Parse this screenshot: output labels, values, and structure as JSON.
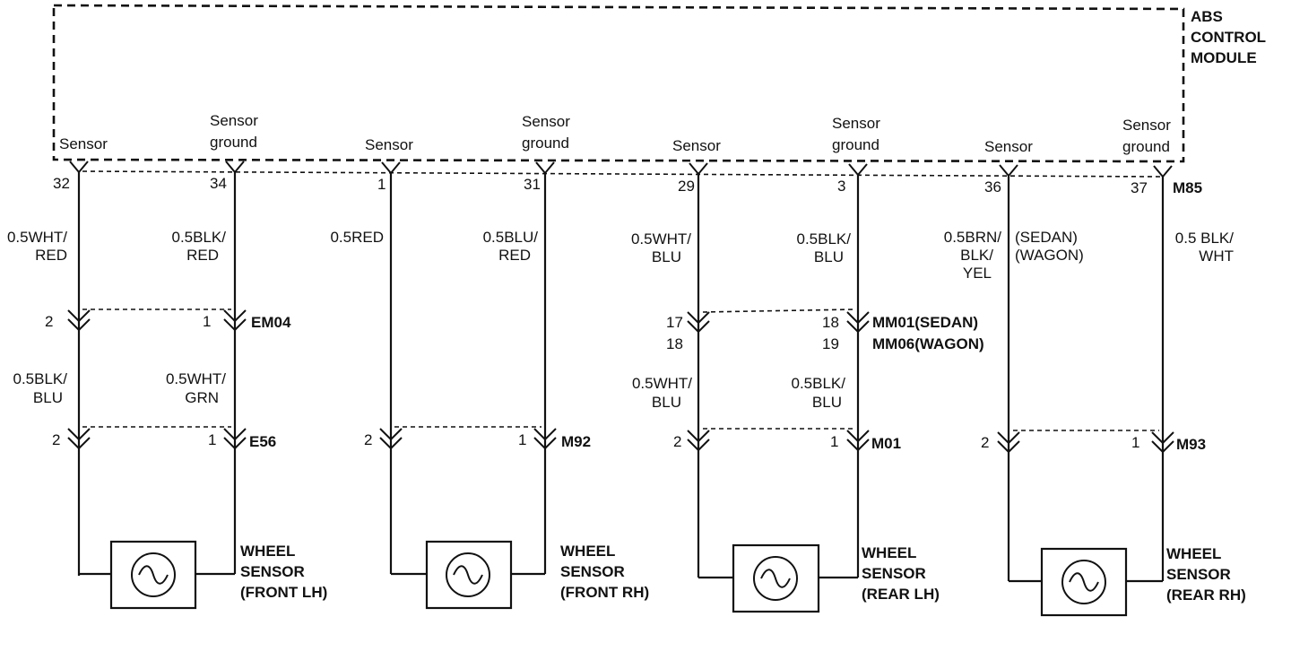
{
  "module": {
    "line1": "ABS",
    "line2": "CONTROL",
    "line3": "MODULE",
    "connector": "M85"
  },
  "module_pins": [
    {
      "label1": "",
      "label2": "Sensor",
      "pin": "32"
    },
    {
      "label1": "Sensor",
      "label2": "ground",
      "pin": "34"
    },
    {
      "label1": "",
      "label2": "Sensor",
      "pin": "1"
    },
    {
      "label1": "Sensor",
      "label2": "ground",
      "pin": "31"
    },
    {
      "label1": "",
      "label2": "Sensor",
      "pin": "29"
    },
    {
      "label1": "Sensor",
      "label2": "ground",
      "pin": "3"
    },
    {
      "label1": "",
      "label2": "Sensor",
      "pin": "36"
    },
    {
      "label1": "Sensor",
      "label2": "ground",
      "pin": "37"
    }
  ],
  "upper_wires": [
    {
      "line1": "0.5WHT/",
      "line2": "RED"
    },
    {
      "line1": "0.5BLK/",
      "line2": "RED"
    },
    {
      "line1": "0.5RED",
      "line2": ""
    },
    {
      "line1": "0.5BLU/",
      "line2": "RED"
    },
    {
      "line1": "0.5WHT/",
      "line2": "BLU"
    },
    {
      "line1": "0.5BLK/",
      "line2": "BLU"
    },
    {
      "line1": "0.5BRN/",
      "line2": "BLK/",
      "line3": "YEL",
      "note1": "(SEDAN)",
      "note2": "(WAGON)"
    },
    {
      "line1": "0.5 BLK/",
      "line2": "WHT"
    }
  ],
  "mid_connectors": [
    {
      "pinA": "2",
      "pinB": "1",
      "name": "EM04"
    },
    {
      "pinA1": "17",
      "pinA2": "18",
      "pinB1": "18",
      "pinB2": "19",
      "name1": "MM01(SEDAN)",
      "name2": "MM06(WAGON)"
    }
  ],
  "lower_wires": [
    {
      "line1": "0.5BLK/",
      "line2": "BLU"
    },
    {
      "line1": "0.5WHT/",
      "line2": "GRN"
    },
    {
      "line1": "0.5WHT/",
      "line2": "BLU"
    },
    {
      "line1": "0.5BLK/",
      "line2": "BLU"
    }
  ],
  "sensor_connectors": [
    {
      "pinA": "2",
      "pinB": "1",
      "name": "E56"
    },
    {
      "pinA": "2",
      "pinB": "1",
      "name": "M92"
    },
    {
      "pinA": "2",
      "pinB": "1",
      "name": "M01"
    },
    {
      "pinA": "2",
      "pinB": "1",
      "name": "M93"
    }
  ],
  "sensors": [
    {
      "line1": "WHEEL",
      "line2": "SENSOR",
      "line3": "(FRONT LH)"
    },
    {
      "line1": "WHEEL",
      "line2": "SENSOR",
      "line3": "(FRONT RH)"
    },
    {
      "line1": "WHEEL",
      "line2": "SENSOR",
      "line3": "(REAR LH)"
    },
    {
      "line1": "WHEEL",
      "line2": "SENSOR",
      "line3": "(REAR RH)"
    }
  ]
}
